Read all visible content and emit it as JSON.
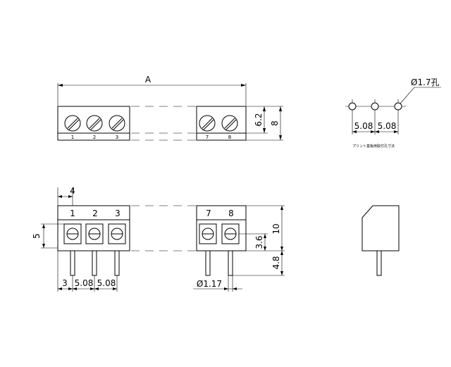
{
  "drawing": {
    "dim_overall_length": "A",
    "dim_hole_diameter": "Ø1.7孔",
    "dim_pitch_1": "5.08",
    "dim_pitch_2": "5.08",
    "pcb_note": "プリント基板用取付孔寸法",
    "dim_screw_height": "6.2",
    "dim_body_height": "8",
    "dim_pin_offset": "4",
    "dim_screw_offset": "5",
    "dim_front_height": "10",
    "dim_screw_center": "3.6",
    "dim_pin_length": "4.8",
    "dim_bottom_3": "3",
    "dim_bottom_508a": "5.08",
    "dim_bottom_508b": "5.08",
    "dim_pin_diameter": "Ø1.17",
    "top_labels": [
      "1",
      "2",
      "3",
      "7",
      "8"
    ],
    "front_labels": [
      "1",
      "2",
      "3",
      "7",
      "8"
    ]
  }
}
